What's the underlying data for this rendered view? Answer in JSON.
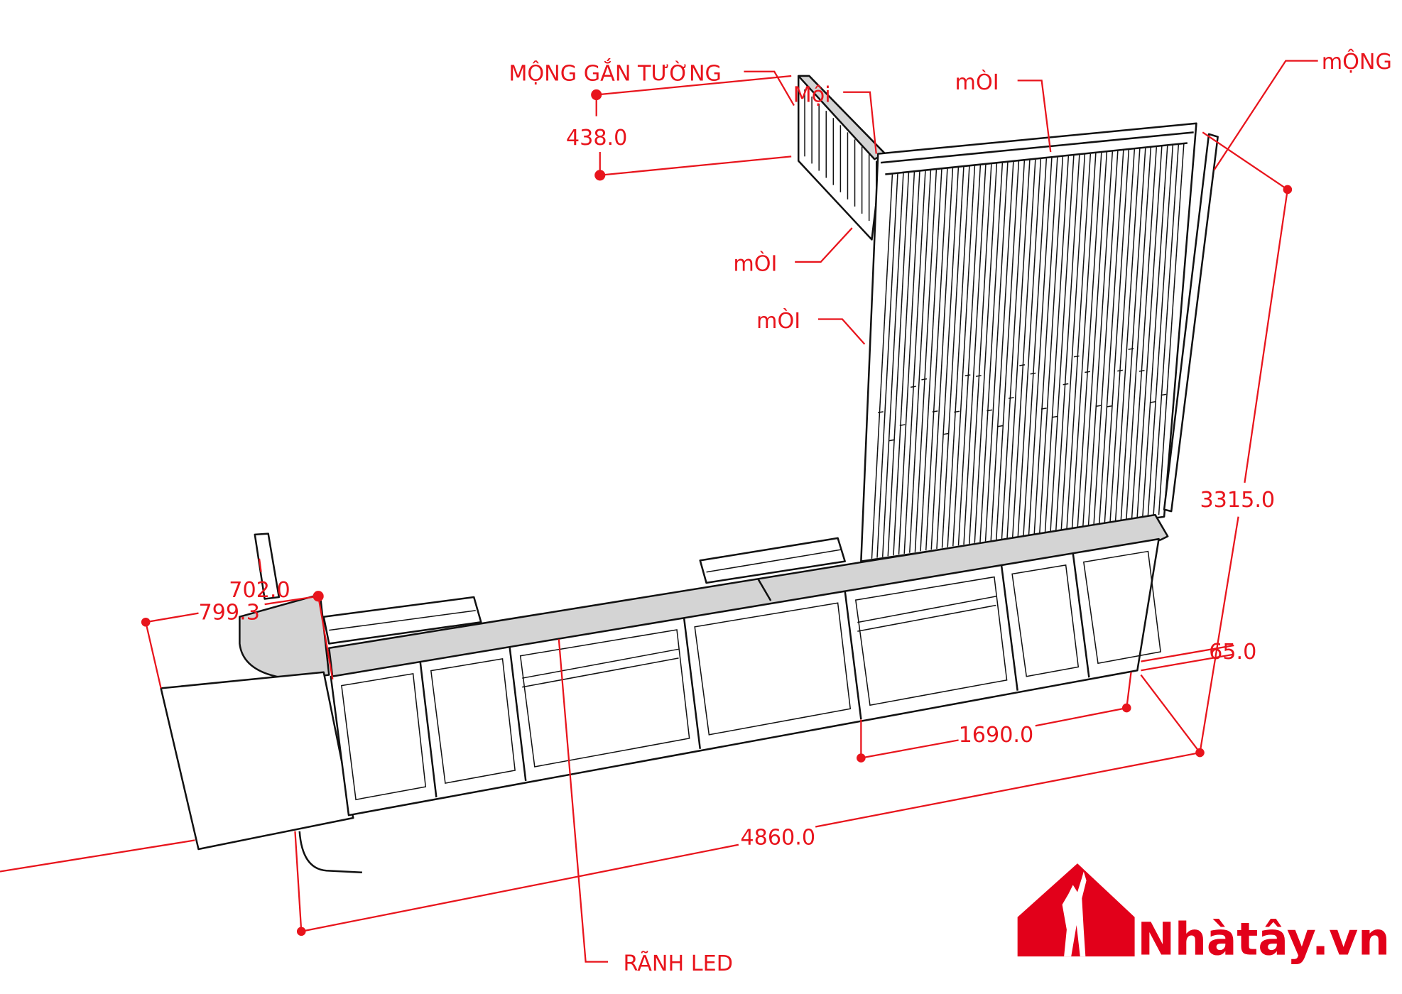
{
  "labels": {
    "mong_gan_tuong": "MỘNG GẮN TƯỜNG",
    "moi_top": "Mội",
    "moi_1": "mÒI",
    "moi_2": "mÒI",
    "moi_3": "mÒI",
    "mong_right": "mỘNG",
    "ranh_led": "RÃNH LED"
  },
  "dimensions": {
    "d438": "438.0",
    "d3315": "3315.0",
    "d65": "65.0",
    "d1690": "1690.0",
    "d4860": "4860.0",
    "d702": "702.0",
    "d799": "799.3"
  },
  "logo": {
    "text": "Nhàtây.vn",
    "color": "#e2001a"
  },
  "colors": {
    "annotation": "#e8141c",
    "surface": "#d4d4d4"
  }
}
